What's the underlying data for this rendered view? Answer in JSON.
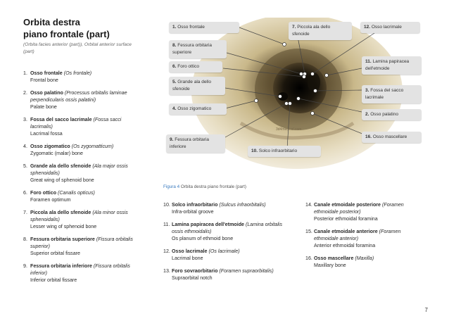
{
  "page": {
    "title_line1": "Orbita destra",
    "title_line2": "piano frontale (part)",
    "subtitle": "(Orbita facies anterior (part)), Orbital anterior surface (part)",
    "page_number": "7"
  },
  "figure": {
    "caption_label": "Figura 4",
    "caption_text": "Orbita destra piano frontale (part)",
    "watermark": "3d4medical.com",
    "callouts": [
      {
        "num": "1.",
        "text": "Osso frontale"
      },
      {
        "num": "7.",
        "text": "Piccola ala dello sfenoide"
      },
      {
        "num": "12.",
        "text": "Osso lacrimale"
      },
      {
        "num": "8.",
        "text": "Fessura orbitaria superiore"
      },
      {
        "num": "6.",
        "text": "Foro ottico"
      },
      {
        "num": "11.",
        "text": "Lamina papiracea dell'etmoide"
      },
      {
        "num": "5.",
        "text": "Grande ala dello sfenoide"
      },
      {
        "num": "3.",
        "text": "Fossa del sacco lacrimale"
      },
      {
        "num": "4.",
        "text": "Osso zigomatico"
      },
      {
        "num": "2.",
        "text": "Osso palatino"
      },
      {
        "num": "16.",
        "text": "Osso mascellare"
      },
      {
        "num": "9.",
        "text": "Fessura orbitaria inferiore"
      },
      {
        "num": "10.",
        "text": "Solco infraorbitario"
      }
    ]
  },
  "left_list": [
    {
      "num": "1.",
      "name": "Osso frontale",
      "latin": "(Os frontale)",
      "english": "Frontal bone"
    },
    {
      "num": "2.",
      "name": "Osso palatino",
      "latin": "(Processus orbitalis laminae perpendicularis ossis palatini)",
      "english": "Palate bone"
    },
    {
      "num": "3.",
      "name": "Fossa del sacco lacrimale",
      "latin": "(Fossa sacci lacrimalis)",
      "english": "Lacrimal fossa"
    },
    {
      "num": "4.",
      "name": "Osso zigomatico",
      "latin": "(Os zygomatticum)",
      "english": "Zygomatic (malar) bone"
    },
    {
      "num": "5.",
      "name": "Grande ala dello sfenoide",
      "latin": "(Ala major ossis sphenoidalis)",
      "english": "Great wing of sphenoid bone"
    },
    {
      "num": "6.",
      "name": "Foro ottico",
      "latin": "(Canalis opticus)",
      "english": "Foramen optimum"
    },
    {
      "num": "7.",
      "name": "Piccola ala dello sfenoide",
      "latin": "(Ala minor ossis sphenoidalis)",
      "english": "Lesser wing of sphenoid bone"
    },
    {
      "num": "8.",
      "name": "Fessura orbitaria superiore",
      "latin": "(Fissura orbitalis superior)",
      "english": "Superior orbital fissare"
    },
    {
      "num": "9.",
      "name": "Fessura orbitaria inferiore",
      "latin": "(Fissura orbitalis inferior)",
      "english": "Inferior orbital fissare"
    }
  ],
  "mid_list": [
    {
      "num": "10.",
      "name": "Solco infraorbitario",
      "latin": "(Sulcus infraorbitalis)",
      "english": "Infra-orbital groove"
    },
    {
      "num": "11.",
      "name": "Lamina papiracea dell'etmoide",
      "latin": "(Lamina orbitalis ossis ethmoidalis)",
      "english": "Os planum of ethmoid bone"
    },
    {
      "num": "12.",
      "name": "Osso lacrimale",
      "latin": "(Os lacrimale)",
      "english": "Lacrimal bone"
    },
    {
      "num": "13.",
      "name": "Foro sovraorbitario",
      "latin": "(Foramen supraorbitalis)",
      "english": "Supraorbital notch"
    }
  ],
  "right_list": [
    {
      "num": "14.",
      "name": "Canale etmoidale posteriore",
      "latin": "(Foramen ethmoidale posterior)",
      "english": "Posterior ethmoidal foramina"
    },
    {
      "num": "15.",
      "name": "Canale etmoidale anteriore",
      "latin": "(Foramen ethmoidale anterior)",
      "english": "Anterior ethmoidal foramina"
    },
    {
      "num": "16.",
      "name": "Osso mascellare",
      "latin": "(Maxilla)",
      "english": "Maxillary bone"
    }
  ]
}
